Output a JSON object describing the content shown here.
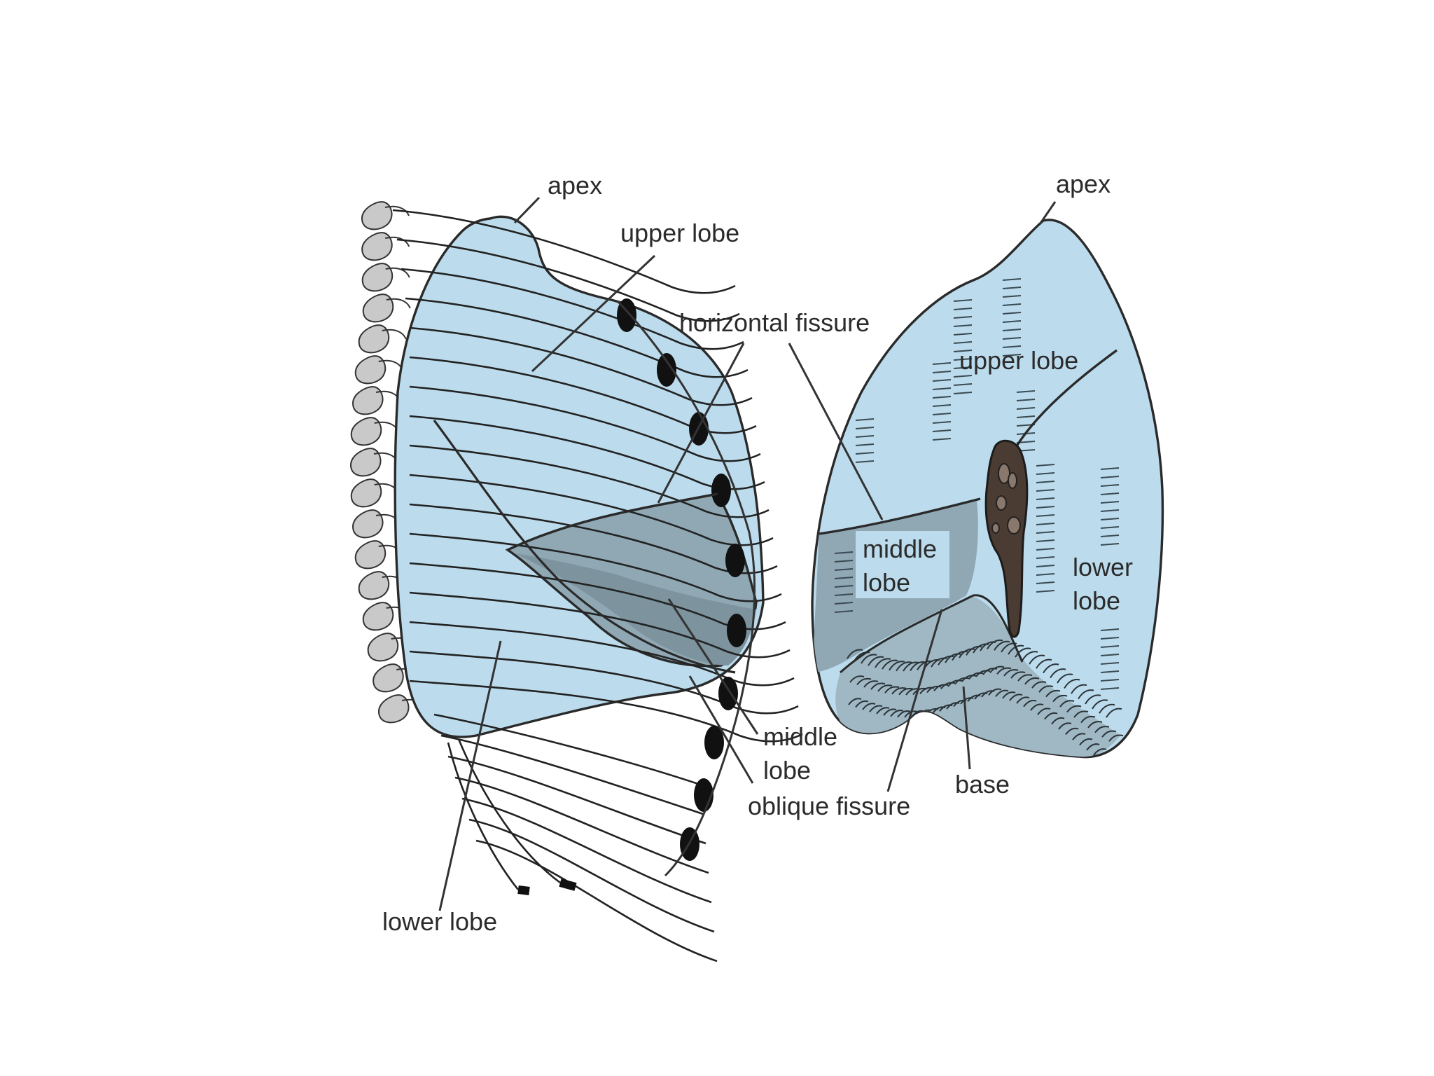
{
  "colors": {
    "lung_fill": "#bcdced",
    "middle_lobe_fill": "#8fa8b4",
    "middle_lobe_dark": "#7d939e",
    "base_fill": "#9fb8c4",
    "hilum_fill": "#4a3b33",
    "vertebra_fill": "#c9c9c9",
    "cartilage_fill": "#111111",
    "line": "#2a2a2a"
  },
  "left_figure": {
    "labels": {
      "apex": "apex",
      "upper_lobe": "upper lobe",
      "horizontal_fissure": "horizontal fissure",
      "middle_lobe_line1": "middle",
      "middle_lobe_line2": "lobe",
      "oblique_fissure": "oblique fissure",
      "lower_lobe": "lower lobe"
    }
  },
  "right_figure": {
    "labels": {
      "apex": "apex",
      "upper_lobe": "upper lobe",
      "middle_lobe_line1": "middle",
      "middle_lobe_line2": "lobe",
      "lower_lobe_line1": "lower",
      "lower_lobe_line2": "lobe",
      "base": "base"
    }
  }
}
